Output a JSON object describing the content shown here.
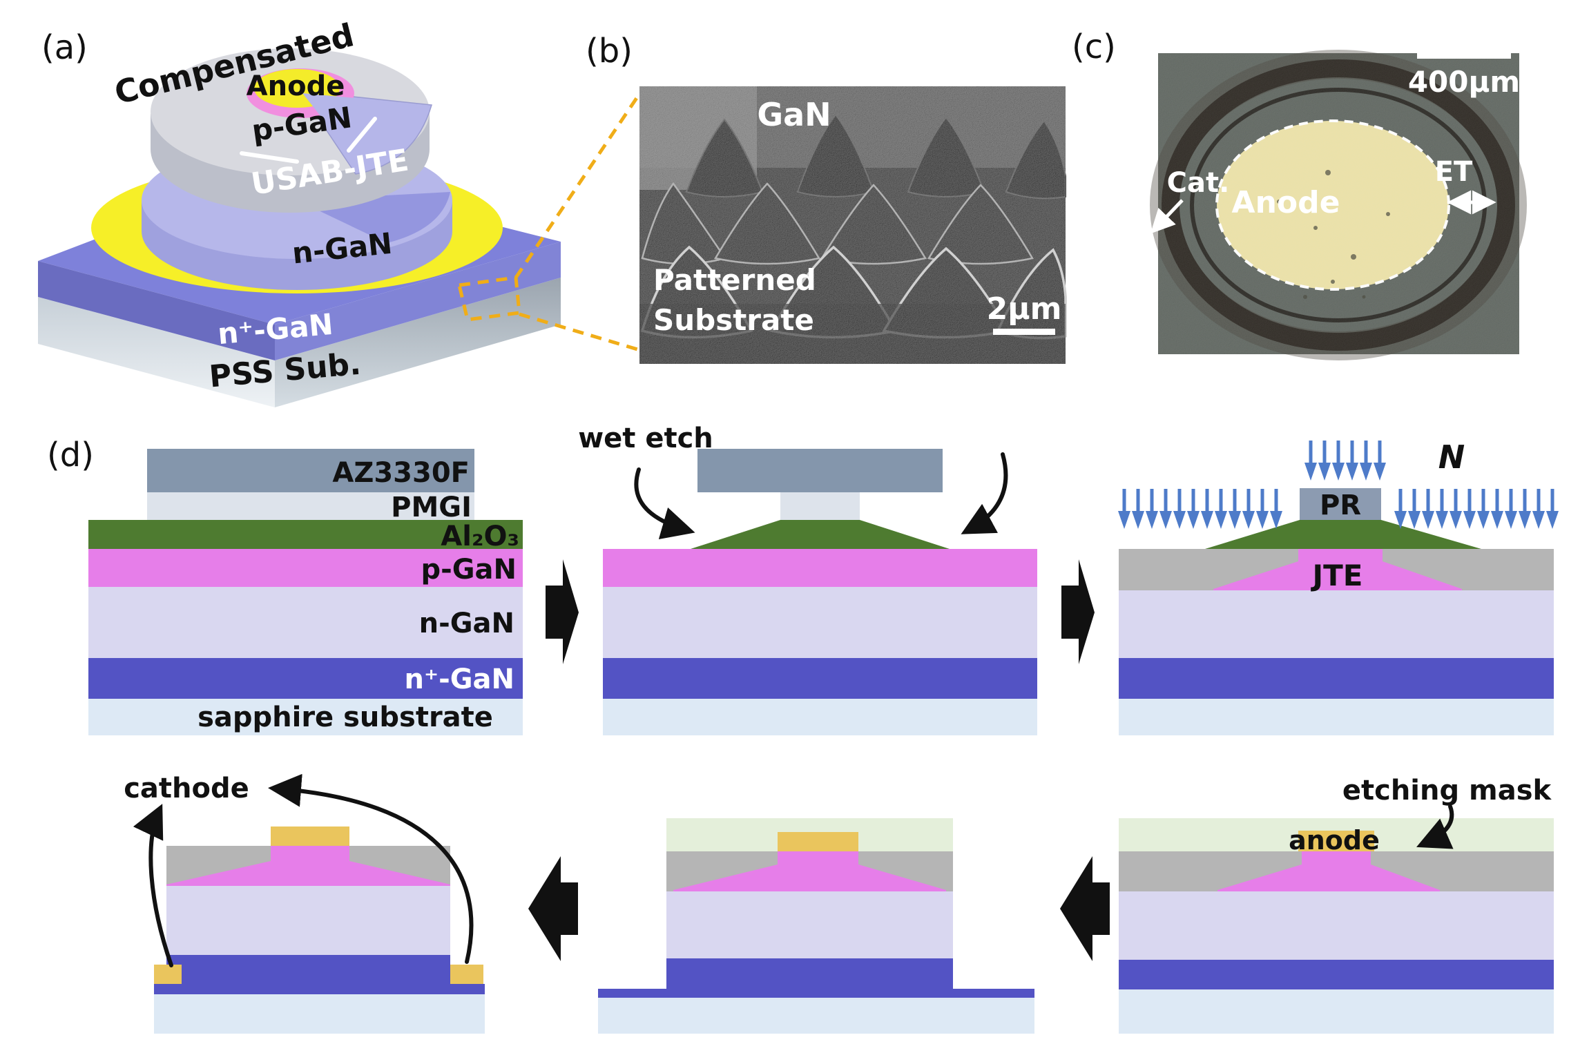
{
  "figure": {
    "panel_a": {
      "tag": "(a)",
      "compensated": "Compensated",
      "anode": "Anode",
      "p_gan": "p-GaN",
      "usab_jte": "USAB-JTE",
      "n_gan": "n-GaN",
      "n_plus_gan": "n⁺-GaN",
      "pss_sub": "PSS Sub."
    },
    "panel_b": {
      "tag": "(b)",
      "gan": "GaN",
      "patterned": "Patterned",
      "substrate": "Substrate",
      "scale_bar": "2μm"
    },
    "panel_c": {
      "tag": "(c)",
      "scale_bar": "400μm",
      "cathode_abbrev": "Cat.",
      "anode": "Anode",
      "edge_termination": "ET"
    },
    "panel_d": {
      "tag": "(d)",
      "step1": {
        "az3330f": "AZ3330F",
        "pmgi": "PMGI",
        "al2o3": "Al₂O₃",
        "p_gan": "p-GaN",
        "n_gan": "n-GaN",
        "n_plus_gan": "n⁺-GaN",
        "sapphire": "sapphire substrate"
      },
      "step2": {
        "wet_etch": "wet etch"
      },
      "step3": {
        "pr": "PR",
        "jte": "JTE",
        "nitrogen": "N"
      },
      "step4": {
        "cathode": "cathode"
      },
      "step6": {
        "etching_mask": "etching mask",
        "anode": "anode"
      }
    }
  },
  "colors": {
    "az": "#8496ac",
    "pmgi": "#dde3eb",
    "al2o3": "#4e7b30",
    "pgan": "#e67ee9",
    "ngan": "#d9d7f0",
    "nplus": "#5353c4",
    "sapphire": "#dde9f5",
    "comp": "#b5b5b5",
    "mask": "#e4efda",
    "gold": "#eac55d",
    "implant": "#4e7bc9",
    "accent": "#f0ad18",
    "ring_yellow": "#f6ef28",
    "pink": "#f18fdf",
    "anode_yellow": "#f4ec2a",
    "purple_top": "#7e81da",
    "purple_left": "#6a6cc0",
    "purple_right": "#8184d6",
    "pss_left": "#c7d0d8",
    "pss_right": "#9ba5af",
    "cyl_top": "#b6b7ea",
    "cyl_wall": "#9fa1de",
    "disc_top": "#d8d9df",
    "disc_wall": "#bcbfca",
    "notch_floor": "#b5b6e9",
    "sem_bg": "#161616",
    "photo_bg": "#59605a",
    "ring_dark": "#25201a",
    "anode_pad": "#ece1a4"
  }
}
